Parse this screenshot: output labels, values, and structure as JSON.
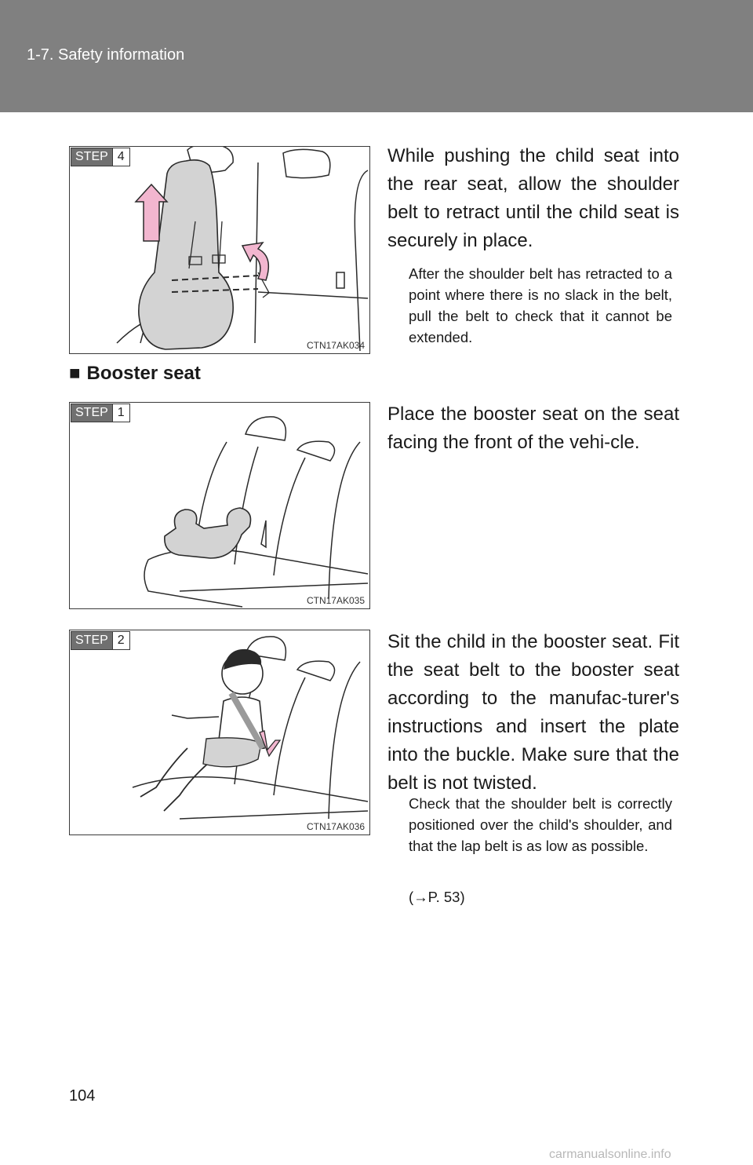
{
  "header": {
    "section": "1-7. Safety information"
  },
  "steps": [
    {
      "step_label": "STEP",
      "step_number": "4",
      "image_code": "CTN17AK034",
      "text": "While pushing the child seat into the rear seat, allow the shoulder belt to retract until the child seat is securely in place.",
      "note": "After the shoulder belt has retracted to a point where there is no slack in the belt, pull the belt to check that it cannot be extended."
    },
    {
      "step_label": "STEP",
      "step_number": "1",
      "image_code": "CTN17AK035",
      "text": "Place the booster seat on the seat facing the front of the vehi-cle."
    },
    {
      "step_label": "STEP",
      "step_number": "2",
      "image_code": "CTN17AK036",
      "text": "Sit the child in the booster seat. Fit the seat belt to the booster seat according to the manufac-turer's instructions and insert the plate into the buckle. Make sure that the belt is not twisted.",
      "note": "Check that the shoulder belt is correctly positioned over the child's shoulder, and that the lap belt is as low as possible.",
      "note_ref": "(→P. 53)"
    }
  ],
  "section_heading": {
    "bullet": "■",
    "title": "Booster seat"
  },
  "page_number": "104",
  "watermark": "carmanualsonline.info"
}
